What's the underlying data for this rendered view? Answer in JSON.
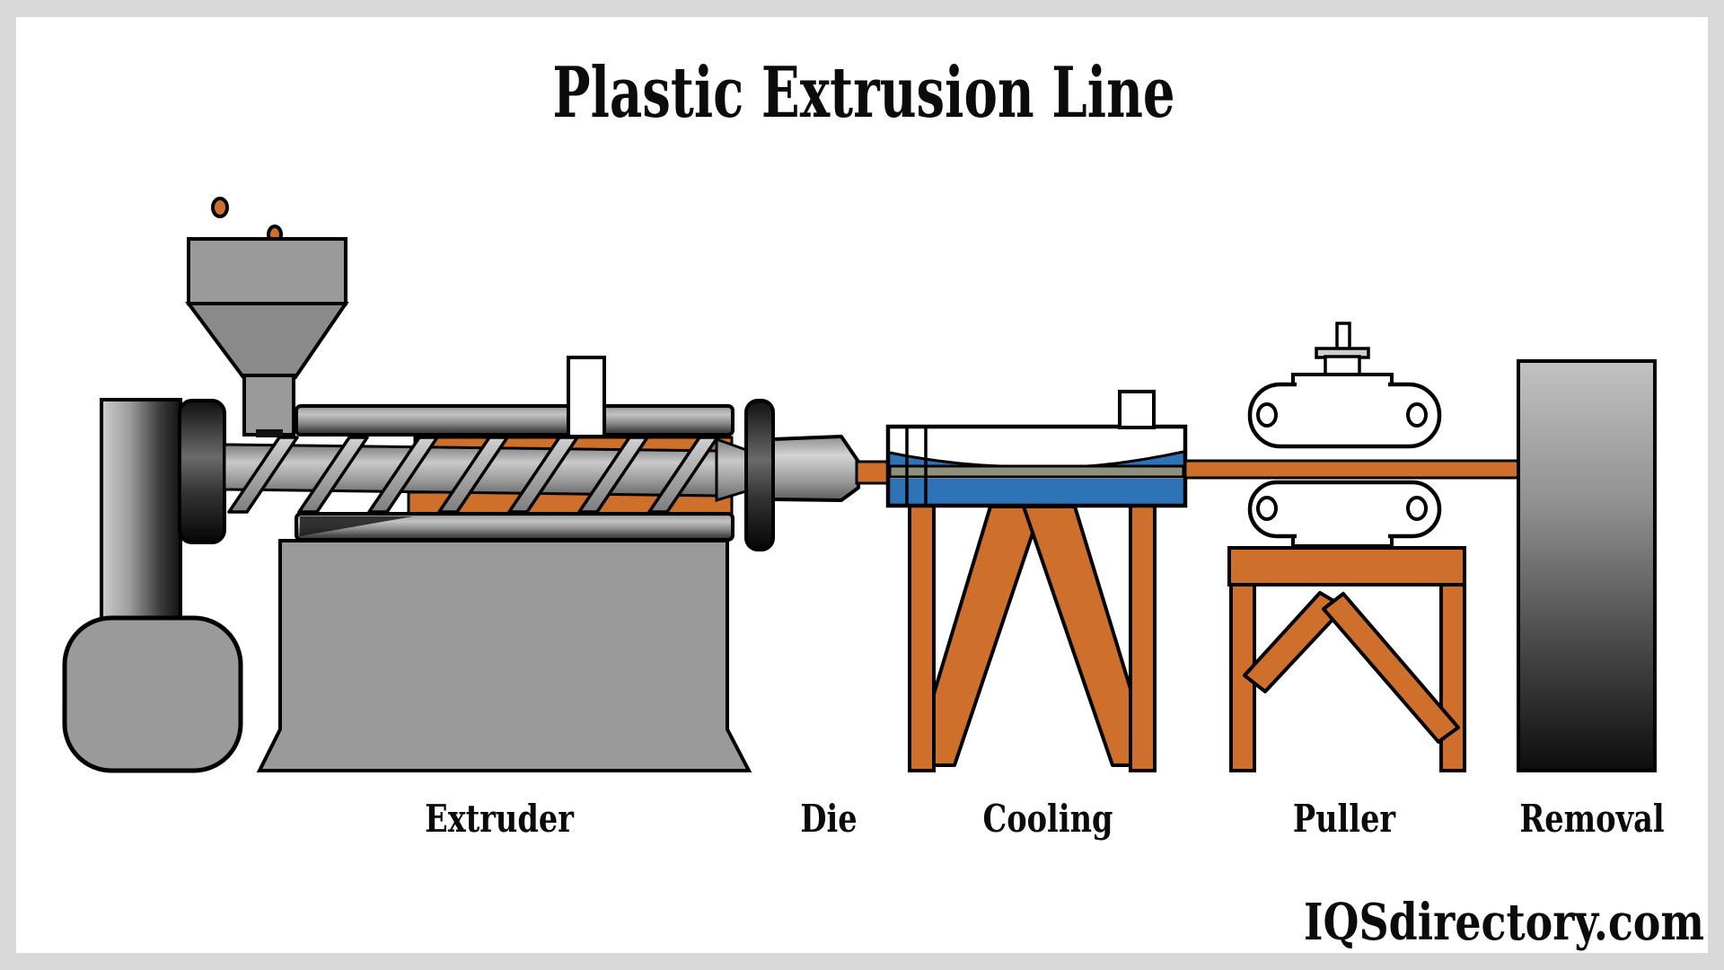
{
  "title": "Plastic Extrusion Line",
  "watermark": "IQSdirectory.com",
  "stages": [
    {
      "id": "extruder",
      "label": "Extruder"
    },
    {
      "id": "die",
      "label": "Die"
    },
    {
      "id": "cooling",
      "label": "Cooling"
    },
    {
      "id": "puller",
      "label": "Puller"
    },
    {
      "id": "removal",
      "label": "Removal"
    }
  ],
  "colors": {
    "frame_gray": "#D9D9D9",
    "canvas_white": "#FFFFFF",
    "machine_gray": "#9A9A9A",
    "funnel_gray": "#8A8A8A",
    "pellet_and_heater_orange": "#CE6F2B",
    "water_blue": "#2E73B8",
    "cooled_strand_olive": "#8E8F7D",
    "outline_black": "#000000"
  }
}
